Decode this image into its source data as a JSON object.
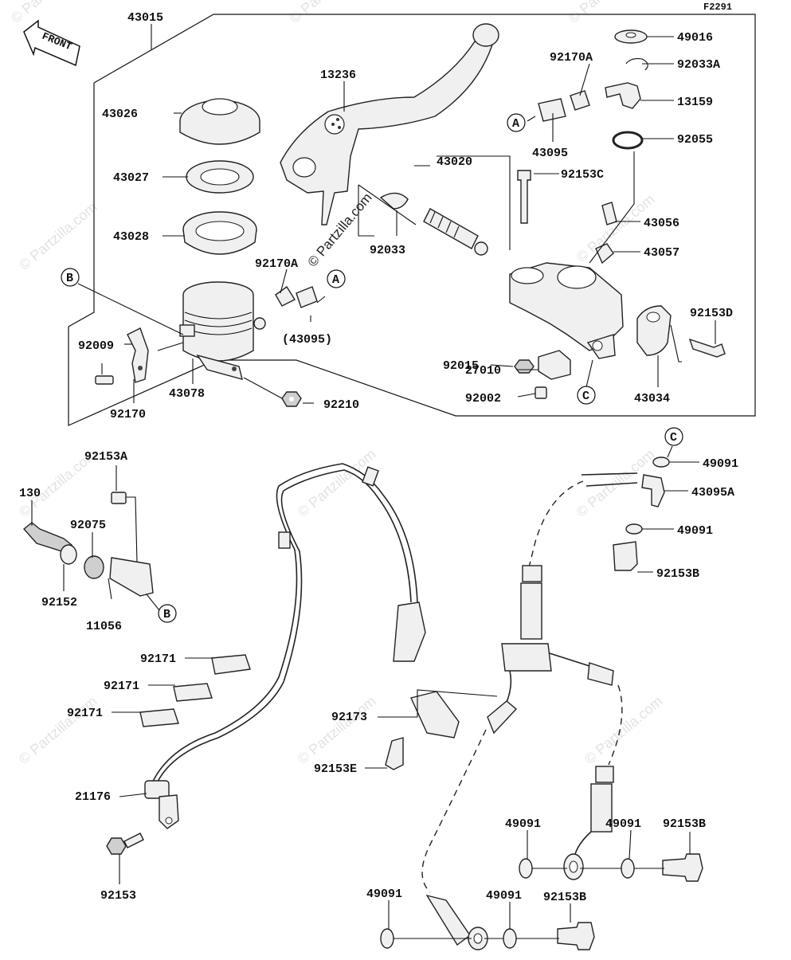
{
  "diagram": {
    "figure_code": "F2291",
    "front_marker": "FRONT",
    "watermark": "© Partzilla.com",
    "callout_labels": [
      "A",
      "B",
      "C"
    ],
    "part_numbers": {
      "p43015": "43015",
      "p43026": "43026",
      "p43027": "43027",
      "p43028": "43028",
      "p13236": "13236",
      "p43020": "43020",
      "p92033": "92033",
      "p92170A_1": "92170A",
      "p43095_paren": "(43095)",
      "p92009": "92009",
      "p92170": "92170",
      "p43078": "43078",
      "p92210": "92210",
      "p49016": "49016",
      "p92033A": "92033A",
      "p92170A_2": "92170A",
      "p13159": "13159",
      "p43095": "43095",
      "p92055": "92055",
      "p92153C": "92153C",
      "p43056": "43056",
      "p43057": "43057",
      "p92153D": "92153D",
      "p92015": "92015",
      "p27010": "27010",
      "p92002": "92002",
      "p43034": "43034",
      "p92153A": "92153A",
      "p130": "130",
      "p92075": "92075",
      "p92152": "92152",
      "p11056": "11056",
      "p92171_1": "92171",
      "p92171_2": "92171",
      "p92171_3": "92171",
      "p21176": "21176",
      "p92153": "92153",
      "p92173": "92173",
      "p92153E": "92153E",
      "p49091_1": "49091",
      "p43095A": "43095A",
      "p49091_2": "49091",
      "p92153B_1": "92153B",
      "p49091_3": "49091",
      "p49091_4": "49091",
      "p92153B_2": "92153B",
      "p49091_5": "49091",
      "p49091_6": "49091",
      "p92153B_3": "92153B"
    }
  }
}
